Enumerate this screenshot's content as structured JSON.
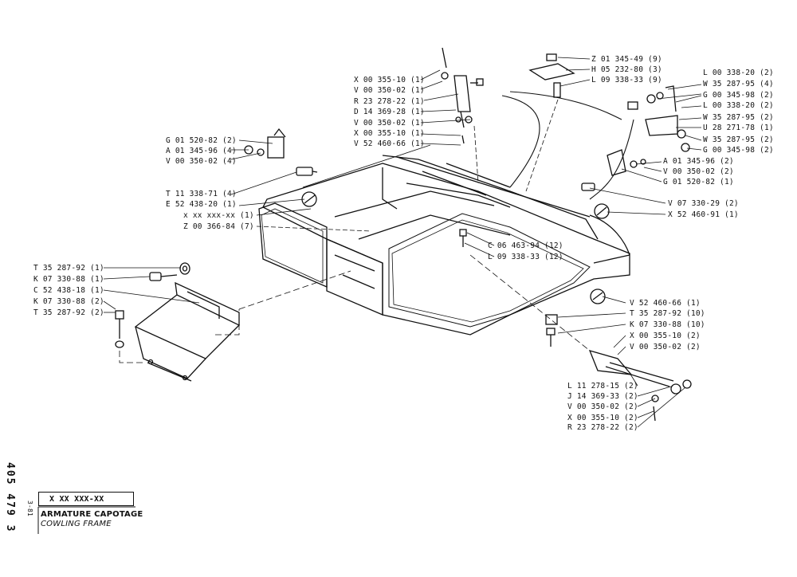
{
  "title_block": {
    "part_number": "X XX XXX-XX",
    "title": "ARMATURE CAPOTAGE",
    "subtitle": "COWLING FRAME",
    "sheet_number": "405 479 3",
    "date": "3-81"
  },
  "labels_left": [
    {
      "text": "G 01 520-82 (2)",
      "name": "label-g01520-82-left"
    },
    {
      "text": "A 01 345-96 (4)",
      "name": "label-a01345-96-left"
    },
    {
      "text": "V 00 350-02 (4)",
      "name": "label-v00350-02-left"
    },
    {
      "text": "T 11 338-71 (4)",
      "name": "label-t11338-71"
    },
    {
      "text": "E 52 438-20 (1)",
      "name": "label-e52438-20"
    },
    {
      "text": "x xx xxx-xx (1)",
      "name": "label-xxx-placeholder"
    },
    {
      "text": "Z 00 366-84 (7)",
      "name": "label-z00366-84"
    },
    {
      "text": "T 35 287-92 (1)",
      "name": "label-t35287-92-a"
    },
    {
      "text": "K 07 330-88 (1)",
      "name": "label-k07330-88-a"
    },
    {
      "text": "C 52 438-18 (1)",
      "name": "label-c52438-18"
    },
    {
      "text": "K 07 330-88 (2)",
      "name": "label-k07330-88-b"
    },
    {
      "text": "T 35 287-92 (2)",
      "name": "label-t35287-92-b"
    }
  ],
  "labels_top": [
    {
      "text": "X 00 355-10 (1)",
      "name": "label-x00355-10-top1"
    },
    {
      "text": "V 00 350-02 (1)",
      "name": "label-v00350-02-top1"
    },
    {
      "text": "R 23 278-22 (1)",
      "name": "label-r23278-22-top"
    },
    {
      "text": "D 14 369-28 (1)",
      "name": "label-d14369-28"
    },
    {
      "text": "V 00 350-02 (1)",
      "name": "label-v00350-02-top2"
    },
    {
      "text": "X 00 355-10 (1)",
      "name": "label-x00355-10-top2"
    },
    {
      "text": "V 52 460-66 (1)",
      "name": "label-v52460-66-top"
    }
  ],
  "labels_right": [
    {
      "text": "Z 01 345-49 (9)",
      "name": "label-z01345-49"
    },
    {
      "text": "H 05 232-80 (3)",
      "name": "label-h05232-80"
    },
    {
      "text": "L 09 338-33 (9)",
      "name": "label-l09338-33-top"
    },
    {
      "text": "L 00 338-20 (2)",
      "name": "label-l00338-20-a"
    },
    {
      "text": "W 35 287-95 (4)",
      "name": "label-w35287-95-a"
    },
    {
      "text": "G 00 345-98 (2)",
      "name": "label-g00345-98-a"
    },
    {
      "text": "L 00 338-20 (2)",
      "name": "label-l00338-20-b"
    },
    {
      "text": "W 35 287-95 (2)",
      "name": "label-w35287-95-b"
    },
    {
      "text": "U 28 271-78 (1)",
      "name": "label-u28271-78"
    },
    {
      "text": "W 35 287-95 (2)",
      "name": "label-w35287-95-c"
    },
    {
      "text": "G 00 345-98 (2)",
      "name": "label-g00345-98-b"
    },
    {
      "text": "A 01 345-96 (2)",
      "name": "label-a01345-96-right"
    },
    {
      "text": "V 00 350-02 (2)",
      "name": "label-v00350-02-right"
    },
    {
      "text": "G 01 520-82 (1)",
      "name": "label-g01520-82-right"
    },
    {
      "text": "V 07 330-29 (2)",
      "name": "label-v07330-29"
    },
    {
      "text": "X 52 460-91 (1)",
      "name": "label-x52460-91"
    }
  ],
  "labels_mid": [
    {
      "text": "C 06 463-94 (12)",
      "name": "label-c06463-94"
    },
    {
      "text": "L 09 338-33 (12)",
      "name": "label-l09338-33-mid"
    }
  ],
  "labels_bottom_right": [
    {
      "text": "V 52 460-66 (1)",
      "name": "label-v52460-66-right"
    },
    {
      "text": "T 35 287-92 (10)",
      "name": "label-t35287-92-c"
    },
    {
      "text": "K 07 330-88 (10)",
      "name": "label-k07330-88-c"
    },
    {
      "text": "X 00 355-10 (2)",
      "name": "label-x00355-10-right"
    },
    {
      "text": "V 00 350-02 (2)",
      "name": "label-v00350-02-right2"
    },
    {
      "text": "L 11 278-15 (2)",
      "name": "label-l11278-15"
    },
    {
      "text": "J 14 369-33 (2)",
      "name": "label-j14369-33"
    },
    {
      "text": "V 00 350-02 (2)",
      "name": "label-v00350-02-bottom"
    },
    {
      "text": "X 00 355-10 (2)",
      "name": "label-x00355-10-bottom"
    },
    {
      "text": "R 23 278-22 (2)",
      "name": "label-r23278-22-bottom"
    }
  ]
}
